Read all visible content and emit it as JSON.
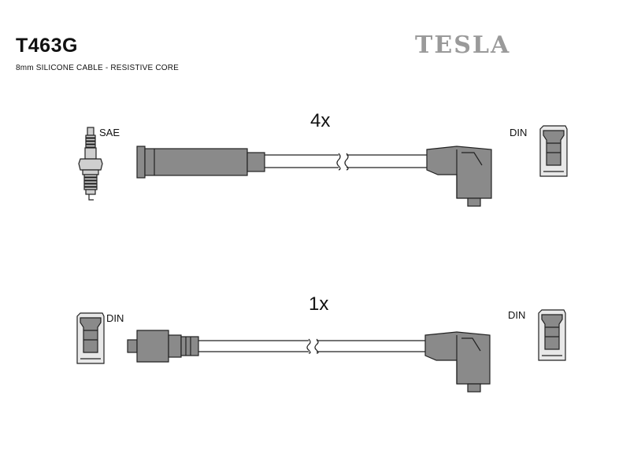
{
  "header": {
    "part_number": "T463G",
    "description": "8mm SILICONE CABLE - RESISTIVE CORE",
    "brand": "TESLA"
  },
  "cables": [
    {
      "quantity": "4x",
      "left_connector": "SAE",
      "right_connector": "DIN"
    },
    {
      "quantity": "1x",
      "left_connector": "DIN",
      "right_connector": "DIN"
    }
  ],
  "colors": {
    "boot_fill": "#8a8a8a",
    "boot_stroke": "#222222",
    "brand_color": "#9a9a9a"
  }
}
